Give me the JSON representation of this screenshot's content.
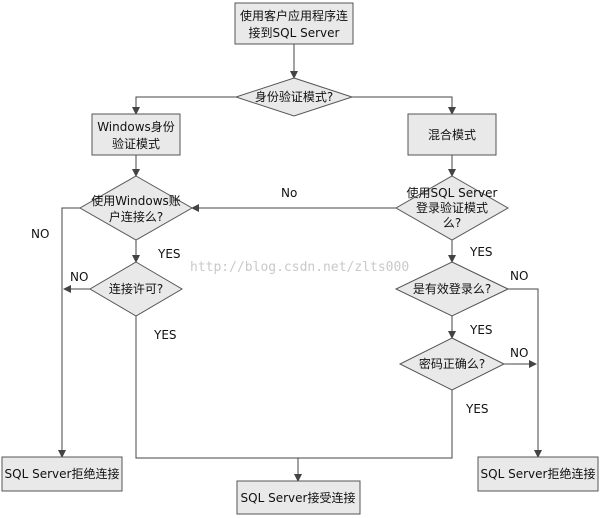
{
  "colors": {
    "node_fill": "#e9e9e9",
    "node_stroke": "#555555",
    "edge": "#444444",
    "watermark": "#c9c9c9"
  },
  "nodes": {
    "start": {
      "line1": "使用客户应用程序连",
      "line2": "接到SQL  Server"
    },
    "auth_mode": {
      "line1": "身份验证模式?"
    },
    "windows_auth": {
      "line1": "Windows身份",
      "line2": "验证模式"
    },
    "mixed_mode": {
      "line1": "混合模式"
    },
    "windows_account": {
      "line1": "使用Windows账",
      "line2": "户连接么?"
    },
    "sql_login": {
      "line1": "使用SQL Server",
      "line2": "登录验证模式",
      "line3": "么?"
    },
    "connect_permit": {
      "line1": "连接许可?"
    },
    "valid_login": {
      "line1": "是有效登录么?"
    },
    "password_ok": {
      "line1": "密码正确么?"
    },
    "reject_left": {
      "line1": "SQL  Server拒绝连接"
    },
    "accept": {
      "line1": "SQL Server接受连接"
    },
    "reject_right": {
      "line1": "SQL  Server拒绝连接"
    }
  },
  "edge_labels": {
    "no_top": "No",
    "no_left_outer": "NO",
    "no_left_inner": "NO",
    "yes_win_account": "YES",
    "yes_permit": "YES",
    "yes_sql_login": "YES",
    "no_valid_login": "NO",
    "yes_valid_login": "YES",
    "no_password": "NO",
    "yes_password": "YES"
  },
  "watermark": "http://blog.csdn.net/zlts000"
}
